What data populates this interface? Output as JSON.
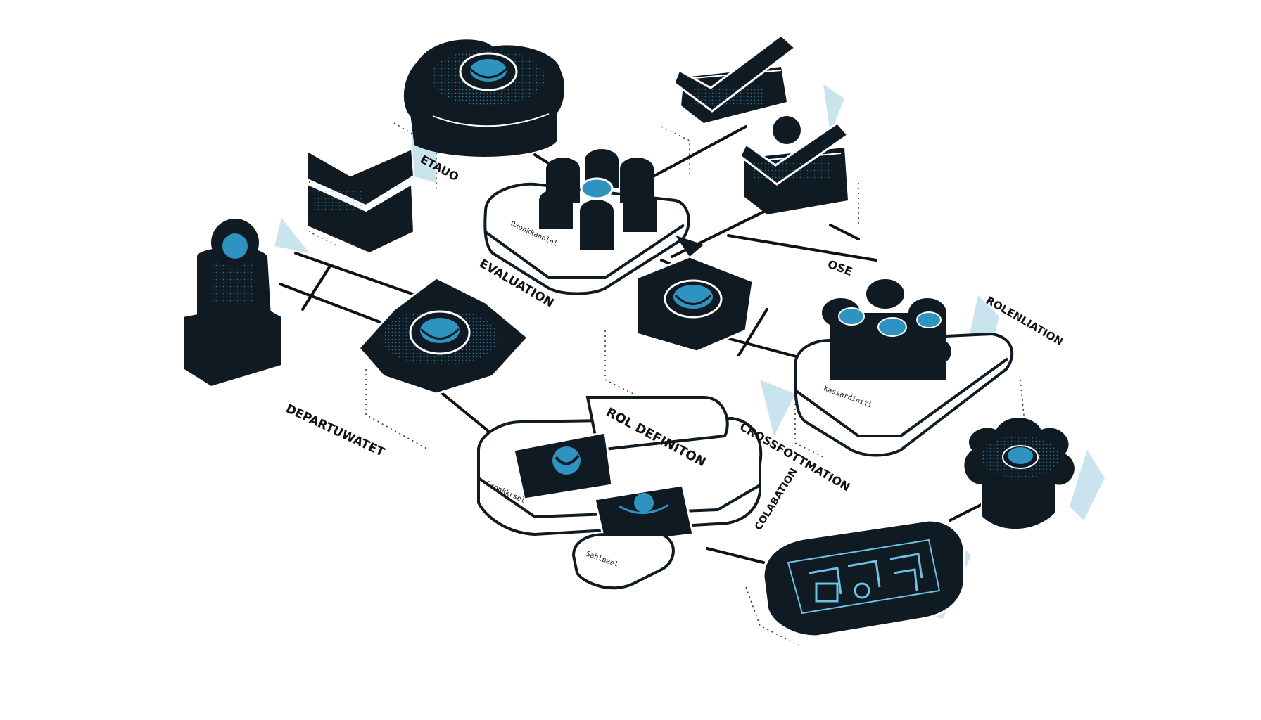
{
  "labels": {
    "top_left": "ETAUO",
    "evaluation": "EVALUATION",
    "ose": "OSE",
    "role_evaluation": "ROLENLIATION",
    "department": "DEPARTUWATET",
    "role_definition": "ROL DEFINITON",
    "cross_formation": "CROSSFOTTMATION",
    "collaboration": "COLABATION"
  },
  "microtext": {
    "platform_top": "Oxonkkanolnl",
    "platform_right": "Kassardiniti",
    "panel_left": "Oxonkkrsel",
    "panel_bottom": "Sahlbael"
  },
  "colors": {
    "ink": "#0f1a22",
    "accent": "#2f93c2",
    "accent_light": "#6fc2e6",
    "shadow": "#b8dbea",
    "paper": "#ffffff"
  },
  "icons": [
    "flower-node-icon",
    "checkmark-icon",
    "gear-icon",
    "star-node-icon",
    "person-icon",
    "chip-panel-icon"
  ]
}
